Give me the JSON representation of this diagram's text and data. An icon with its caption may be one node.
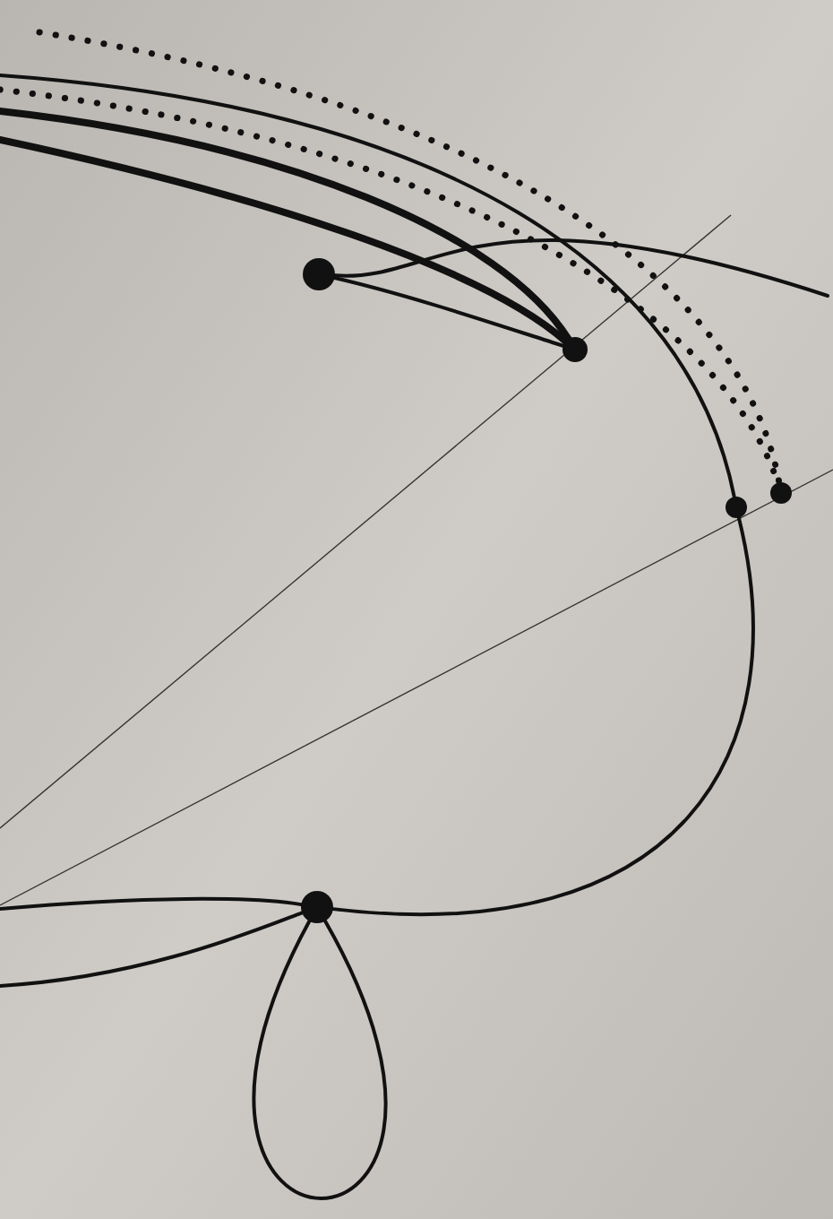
{
  "diagram": {
    "nodes": [
      {
        "text": [],
        "shape": "circle"
      },
      {
        "text": [],
        "shape": "circle"
      },
      {
        "text": [],
        "shape": "circle"
      },
      {
        "text": [],
        "shape": "circle"
      },
      {
        "text": [],
        "shape": "circle"
      }
    ],
    "edges": [
      {
        "from": 0,
        "to": 1,
        "arrow": "none"
      },
      {
        "from": 0,
        "to": null,
        "arrow": "none"
      },
      {
        "from": null,
        "to": 1,
        "arrow": "none",
        "style": "thick"
      },
      {
        "from": null,
        "to": 1,
        "arrow": "none",
        "style": "thick"
      },
      {
        "from": null,
        "to": 2,
        "arrow": "none"
      },
      {
        "from": null,
        "to": 3,
        "arrow": "none",
        "style": "dashed"
      },
      {
        "from": null,
        "to": 3,
        "arrow": "none",
        "style": "dashed"
      },
      {
        "from": 2,
        "to": 4,
        "arrow": "none"
      },
      {
        "from": 4,
        "to": 4,
        "arrow": "none"
      },
      {
        "from": null,
        "to": 4,
        "arrow": "none"
      },
      {
        "from": null,
        "to": 4,
        "arrow": "none"
      }
    ]
  }
}
